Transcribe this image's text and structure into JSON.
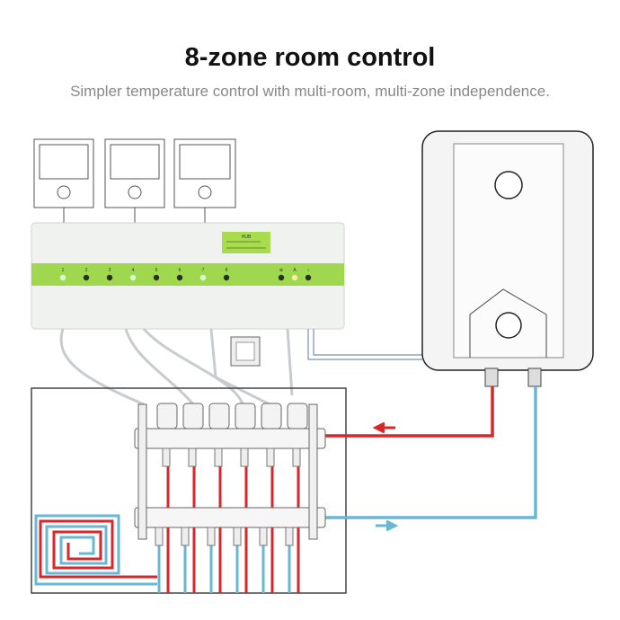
{
  "title": "8-zone room control",
  "subtitle": "Simpler temperature control with multi-room, multi-zone independence.",
  "hub": {
    "label": "HUB",
    "zones": [
      {
        "label": "1",
        "on": true
      },
      {
        "label": "2",
        "on": false
      },
      {
        "label": "3",
        "on": false
      },
      {
        "label": "4",
        "on": true
      },
      {
        "label": "5",
        "on": false
      },
      {
        "label": "6",
        "on": false
      },
      {
        "label": "7",
        "on": true
      },
      {
        "label": "8",
        "on": false
      }
    ],
    "status_leds": [
      {
        "label": "⊕",
        "color": "#2a2f24"
      },
      {
        "label": "A",
        "color": "#ffe9a8"
      },
      {
        "label": "○",
        "color": "#2a2f24"
      }
    ]
  },
  "colors": {
    "hot": "#d9262b",
    "cold": "#6ab7d3",
    "hub_green": "#9fd84f",
    "led_on": "#d8ffd0"
  }
}
